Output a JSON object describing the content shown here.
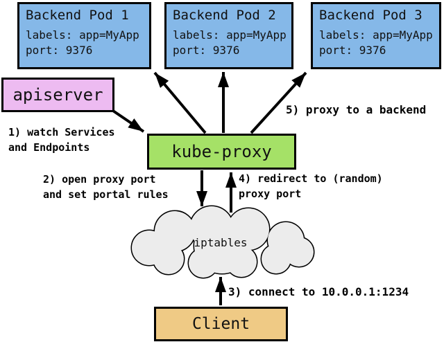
{
  "diagram": {
    "background": "#ffffff",
    "border_color": "#000000",
    "arrow_color": "#000000",
    "text_color": "#111111"
  },
  "nodes": {
    "pods": [
      {
        "title": "Backend Pod 1",
        "line1": "labels: app=MyApp",
        "line2": "port: 9376",
        "fill": "#85b8e8"
      },
      {
        "title": "Backend Pod 2",
        "line1": "labels: app=MyApp",
        "line2": "port: 9376",
        "fill": "#85b8e8"
      },
      {
        "title": "Backend Pod 3",
        "line1": "labels: app=MyApp",
        "line2": "port: 9376",
        "fill": "#85b8e8"
      }
    ],
    "apiserver": {
      "label": "apiserver",
      "fill": "#edbbf1"
    },
    "kube_proxy": {
      "label": "kube-proxy",
      "fill": "#a5e167"
    },
    "iptables": {
      "label": "iptables",
      "fill": "#ececec"
    },
    "client": {
      "label": "Client",
      "fill": "#efca85"
    }
  },
  "annotations": {
    "step1": "1) watch Services\nand Endpoints",
    "step2": "2) open proxy port\nand set portal rules",
    "step3": "3) connect to 10.0.0.1:1234",
    "step4": "4) redirect to (random)\nproxy port",
    "step5": "5) proxy to a backend"
  }
}
